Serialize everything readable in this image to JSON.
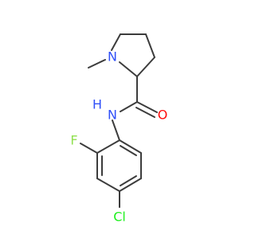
{
  "molecule": {
    "colors": {
      "bond": "#3c3c3c",
      "N": "#3050f8",
      "O": "#ff0d0d",
      "F": "#90e050",
      "Cl": "#1ff01f"
    },
    "atoms": [
      {
        "id": "N1",
        "label": "N",
        "element": "N"
      },
      {
        "id": "O1",
        "label": "O",
        "element": "O"
      },
      {
        "id": "NH",
        "label": "H",
        "element": "N"
      },
      {
        "id": "NH_N",
        "label": "N",
        "element": "N"
      },
      {
        "id": "F1",
        "label": "F",
        "element": "F"
      },
      {
        "id": "Cl1",
        "label": "Cl",
        "element": "Cl"
      }
    ]
  }
}
